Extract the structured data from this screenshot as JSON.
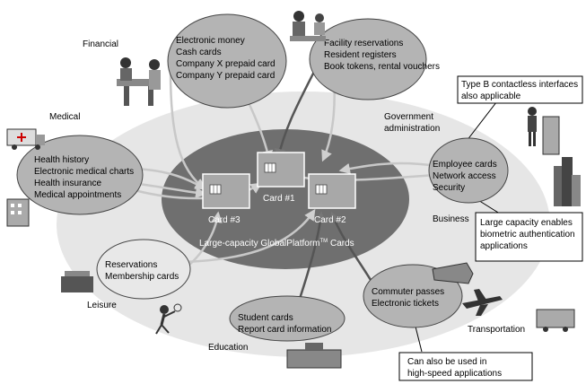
{
  "categories": {
    "financial": "Financial",
    "medical": "Medical",
    "government": [
      "Government",
      "administration"
    ],
    "business": "Business",
    "leisure": "Leisure",
    "education": "Education",
    "transportation": "Transportation"
  },
  "bubbles": {
    "financial": [
      "Electronic money",
      "Cash cards",
      "Company X prepaid card",
      "Company Y prepaid card"
    ],
    "government": [
      "Facility reservations",
      "Resident registers",
      "Book tokens, rental vouchers"
    ],
    "medical": [
      "Health history",
      "Electronic medical charts",
      "Health insurance",
      "Medical appointments"
    ],
    "business": [
      "Employee cards",
      "Network access",
      "Security"
    ],
    "leisure": [
      "Reservations",
      "Membership cards"
    ],
    "education": [
      "Student cards",
      "Report card information"
    ],
    "transportation": [
      "Commuter passes",
      "Electronic tickets"
    ]
  },
  "cards": {
    "card1": "Card #1",
    "card2": "Card #2",
    "card3": "Card #3",
    "caption": "Large-capacity GlobalPlatform",
    "tm": "TM",
    "caption_tail": " Cards"
  },
  "notes": {
    "type_b": [
      "Type B contactless interfaces",
      "also applicable"
    ],
    "biometric": [
      "Large capacity enables",
      "biometric authentication",
      "applications"
    ],
    "high_speed": [
      "Can also be used in",
      "high-speed applications"
    ]
  },
  "colors": {
    "outer_ellipse": "#e6e6e6",
    "inner_ellipse": "#6f6f6f",
    "bubble": "#b4b4b4",
    "card": "#a8a8a8",
    "arrow": "#c8c8c8"
  }
}
